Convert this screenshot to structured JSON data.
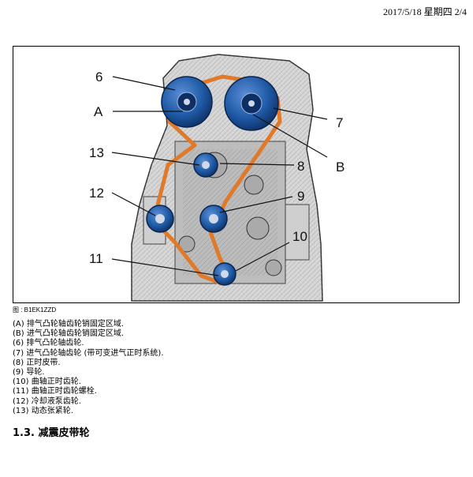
{
  "header": {
    "date_page": "2017/5/18 星期四  2/4"
  },
  "figure": {
    "callouts": {
      "c6": "6",
      "cA": "A",
      "c13": "13",
      "c12": "12",
      "c11": "11",
      "c7": "7",
      "cB": "B",
      "c8": "8",
      "c9": "9",
      "c10": "10"
    },
    "caption": "图 : B1EK1ZZD"
  },
  "legend": [
    "(A) 排气凸轮轴齿轮销固定区域.",
    "(B) 进气凸轮轴齿轮销固定区域.",
    "(6) 排气凸轮轴齿轮.",
    "(7) 进气凸轮轴齿轮 (带可变进气正时系统).",
    "(8) 正时皮带.",
    "(9) 导轮.",
    "(10) 曲轴正时齿轮.",
    "(11) 曲轴正时齿轮螺栓.",
    "(12) 冷却液泵齿轮.",
    "(13) 动态张紧轮."
  ],
  "section": {
    "heading": "1.3. 减震皮带轮"
  },
  "colors": {
    "pulley_blue": "#1f5aa6",
    "belt_orange": "#e07a2a",
    "engine_gray": "#c8c8c8"
  }
}
